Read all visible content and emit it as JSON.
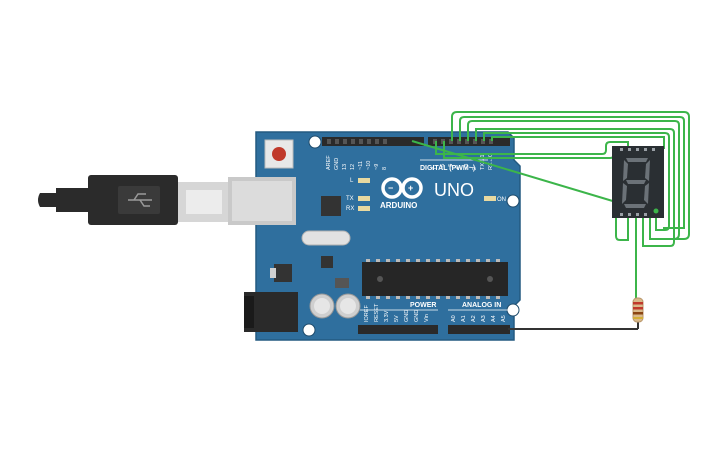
{
  "board": {
    "header_labels": [
      "AREF",
      "GND",
      "13",
      "12",
      "~11",
      "~10",
      "~9",
      "8",
      "7",
      "~6",
      "~5",
      "4",
      "~3",
      "2",
      "TX→1",
      "RX←0"
    ],
    "digital_label": "DIGITAL (PWM~)",
    "indicator_l": "L",
    "indicator_tx": "TX",
    "indicator_rx": "RX",
    "logo_text": "ARDUINO",
    "model": "UNO",
    "on_label": "ON",
    "power_title": "POWER",
    "analog_title": "ANALOG IN",
    "power_pins": [
      "IOREF",
      "RESET",
      "3.3V",
      "5V",
      "GND",
      "GND",
      "Vin"
    ],
    "analog_pins": [
      "A0",
      "A1",
      "A2",
      "A3",
      "A4",
      "A5"
    ]
  },
  "display": {
    "digit": "8."
  },
  "colors": {
    "board": "#2f6f9e",
    "board_edge": "#245a80",
    "wire_green": "#3cb54a",
    "wire_black": "#333333",
    "usb": "#2b2b2b",
    "display": "#2a2f33"
  }
}
